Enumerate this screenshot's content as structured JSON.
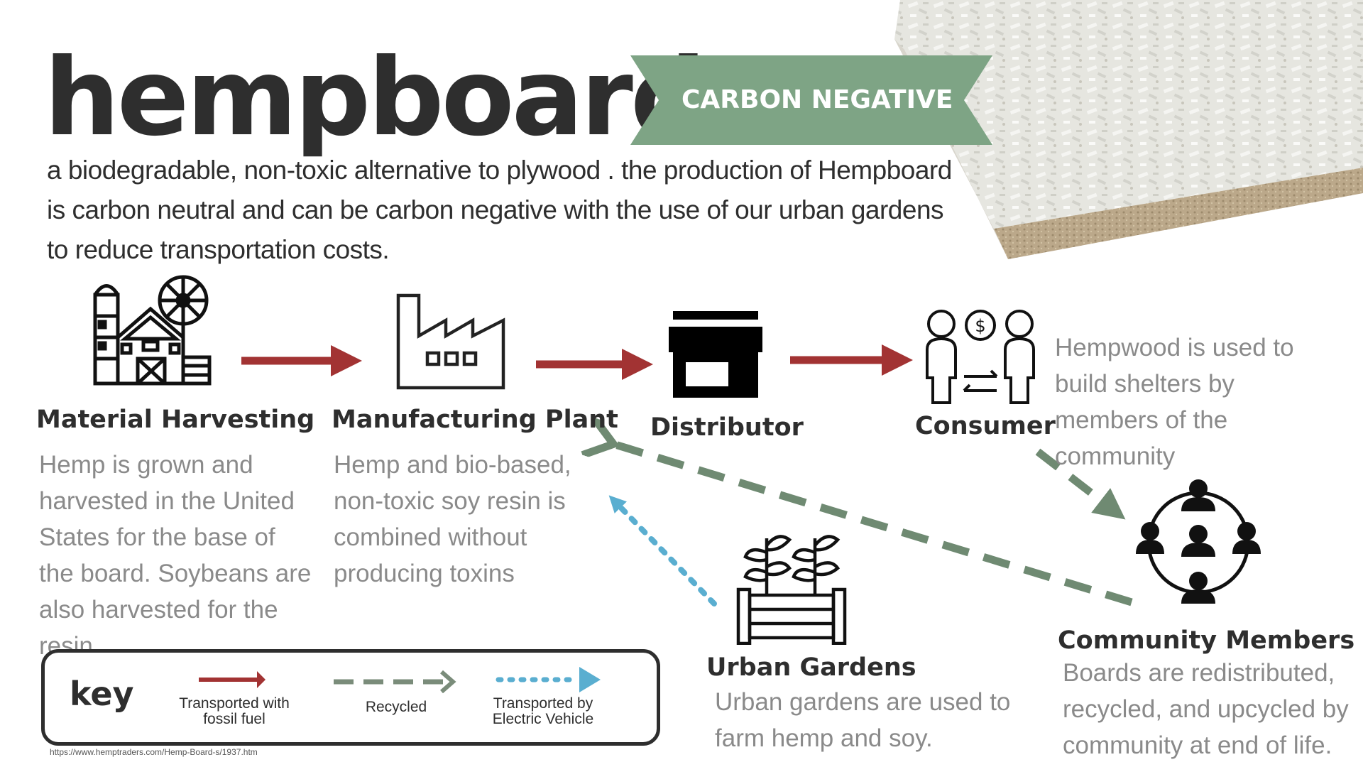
{
  "title": "hempboard",
  "badge": "CARBON NEGATIVE",
  "intro": "a biodegradable, non-toxic alternative to plywood . the production of Hempboard is carbon neutral and can be carbon negative with the use of our urban gardens to reduce transportation costs.",
  "nodes": {
    "harvest": {
      "title": "Material Harvesting",
      "description": "Hemp is grown and harvested in the United States for the base of the board. Soybeans are also harvested for the resin.",
      "icon": "farm-barn-icon"
    },
    "plant": {
      "title": "Manufacturing Plant",
      "description": "Hemp and  bio-based, non-toxic soy resin is combined without producing toxins",
      "icon": "factory-icon"
    },
    "distributor": {
      "title": "Distributor",
      "icon": "storefront-icon"
    },
    "consumer": {
      "title": "Consumer",
      "description": "Hempwood is used to build shelters by members of the community",
      "icon": "exchange-people-icon"
    },
    "community": {
      "title": "Community Members",
      "description": "Boards are redistributed, recycled, and upcycled by community at end of life.",
      "icon": "community-circle-icon"
    },
    "gardens": {
      "title": "Urban Gardens",
      "description": "Urban gardens are used to farm hemp and soy.",
      "icon": "planter-icon"
    }
  },
  "key": {
    "title": "key",
    "items": [
      {
        "label": "Transported with fossil fuel",
        "style": "solid",
        "color": "#a23333"
      },
      {
        "label": "Recycled",
        "style": "dashed",
        "color": "#7a8c7a"
      },
      {
        "label": "Transported by Electric Vehicle",
        "style": "dotted",
        "color": "#5aaed0"
      }
    ]
  },
  "source": "https://www.hemptraders.com/Hemp-Board-s/1937.htm",
  "colors": {
    "badge": "#7ea485",
    "fossil": "#a23333",
    "recycled": "#6f8a72",
    "electric": "#5aaed0",
    "text": "#2e2e2e"
  }
}
